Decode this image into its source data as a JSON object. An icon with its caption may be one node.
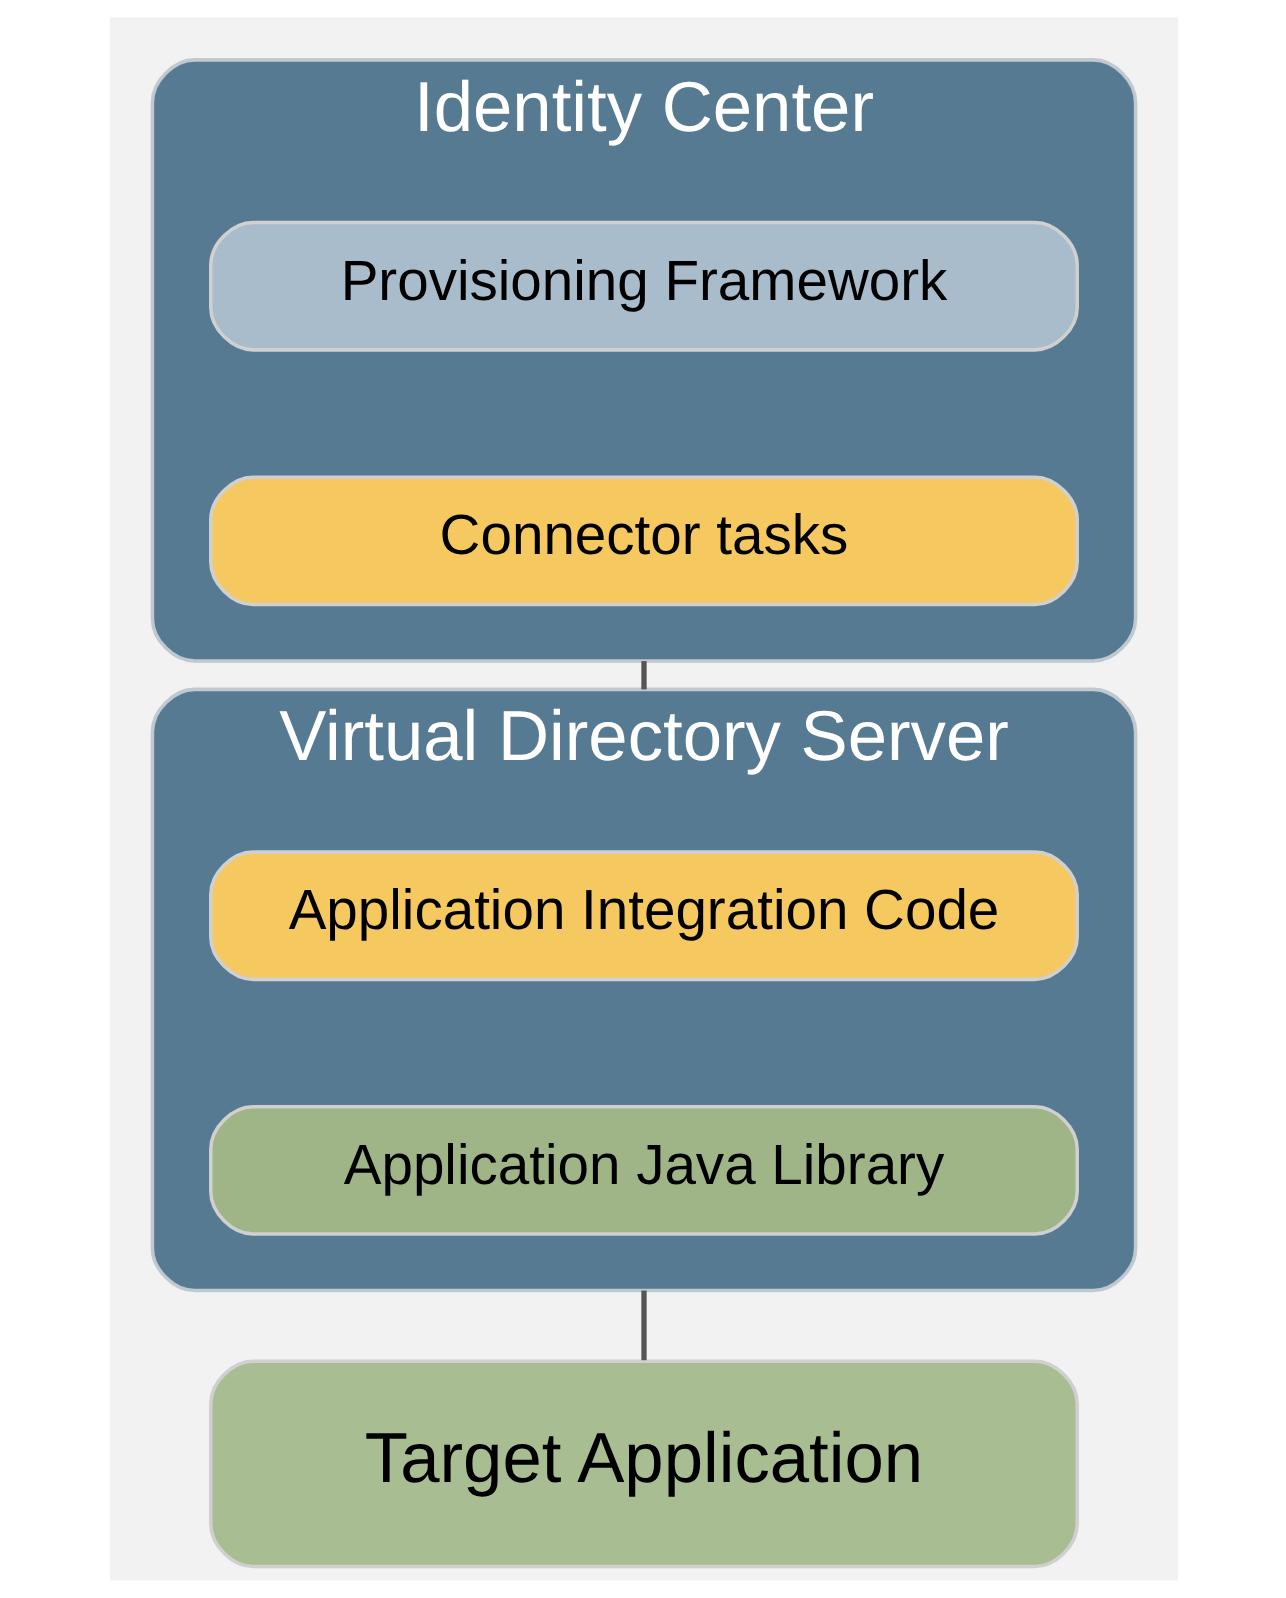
{
  "diagram": {
    "nodes": [
      {
        "text": [
          "Identity Center"
        ]
      },
      {
        "text": [
          "Provisioning Framework"
        ],
        "in": 0
      },
      {
        "text": [
          "Connector tasks"
        ],
        "in": 0
      },
      {
        "text": [
          "Virtual Directory Server"
        ]
      },
      {
        "text": [
          "Application Integration Code"
        ],
        "in": 3
      },
      {
        "text": [
          "Application Java Library"
        ],
        "in": 3
      },
      {
        "text": [
          "Target Application"
        ]
      }
    ],
    "edges": [
      {
        "from": 0,
        "to": 3,
        "arrow": "none"
      },
      {
        "from": 3,
        "to": 6,
        "arrow": "none"
      }
    ]
  }
}
